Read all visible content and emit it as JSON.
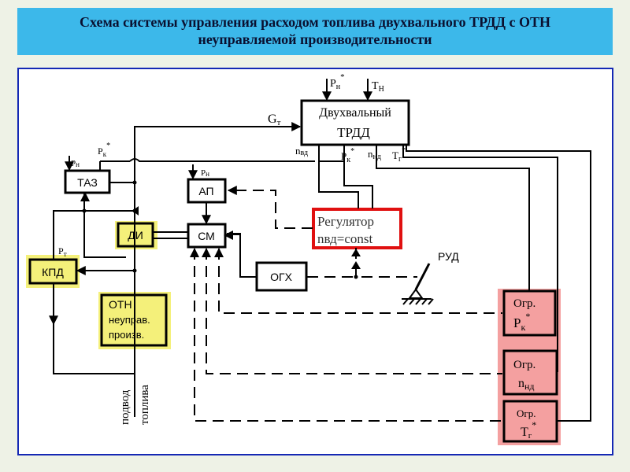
{
  "title": {
    "line1": "Схема системы управления расходом топлива двухвального ТРДД с ОТН",
    "line2": "неуправляемой производительности"
  },
  "colors": {
    "title_bg": "#3cb8ea",
    "frame": "#1428b4",
    "highlight_yellow": "#f4f07a",
    "highlight_pink": "#f4a0a0",
    "red_border": "#e01010"
  },
  "blocks": {
    "engine1": "Двухвальный",
    "engine2": "ТРДД",
    "taz": "ТАЗ",
    "ap": "АП",
    "di": "ДИ",
    "sm": "СМ",
    "kpd": "КПД",
    "otn1": "ОТН",
    "otn2": "неуправ.",
    "otn3": "произв.",
    "ogx": "ОГХ",
    "reg1": "Регулятор",
    "reg2": "nвд=const",
    "ogr_pk": "Огр.",
    "ogr_pk_sym": "P",
    "ogr_pk_sub": "к",
    "ogr_n": "Огр.",
    "ogr_n_sym": "n",
    "ogr_n_sub": "нд",
    "ogr_t": "Огр.",
    "ogr_t_sym": "T",
    "ogr_t_sub": "г"
  },
  "labels": {
    "pn_top": "P",
    "pn_top_sub": "н",
    "tn_top": "T",
    "tn_top_sub": "Н",
    "gt": "G",
    "gt_sub": "т",
    "nvd": "n",
    "nvd_sub": "вд",
    "pk": "P",
    "pk_sub": "к",
    "nnd": "n",
    "nnd_sub": "нд",
    "tg": "T",
    "tg_sub": "г",
    "pn_taz": "P",
    "pn_taz_sub": "н",
    "pk_taz": "P",
    "pk_taz_sub": "к",
    "pn_ap": "P",
    "pn_ap_sub": "н",
    "pt": "P",
    "pt_sub": "т",
    "star": "*",
    "rud": "РУД",
    "fuel1": "подвод",
    "fuel2": "топлива"
  }
}
